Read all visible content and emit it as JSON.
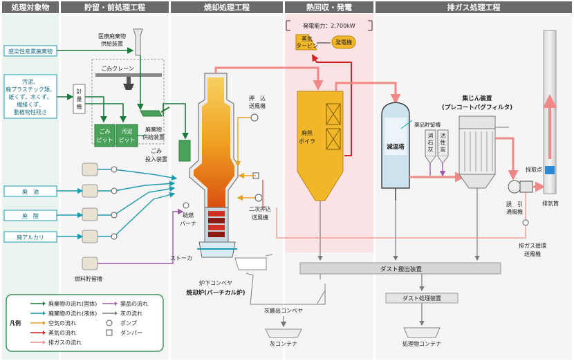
{
  "headers": {
    "targets": "処理対象物",
    "storage": "貯留・前処理工程",
    "incineration": "焼却処理工程",
    "heat_recovery": "熱回収・発電",
    "exhaust": "排ガス処理工程"
  },
  "inputs": {
    "infectious_waste": "感染性産業廃棄物",
    "sludge_lines": [
      "汚泥、",
      "廃プラスチック類、",
      "紙くず、木くず、",
      "繊維くず、",
      "動植物性残さ"
    ],
    "waste_oil": "廃　油",
    "waste_acid": "廃　酸",
    "waste_alkali": "廃アルカリ"
  },
  "storage": {
    "medical_feeder": [
      "医療廃棄物",
      "供給装置"
    ],
    "crane": "ごみクレーン",
    "scale": [
      "計",
      "量",
      "機"
    ],
    "pit1": [
      "ごみ",
      "ピット"
    ],
    "pit2": [
      "汚泥",
      "ピット"
    ],
    "waste_feeder": [
      "廃棄物",
      "供給装置"
    ],
    "garbage_input": [
      "ごみ",
      "投入装置"
    ],
    "fuel_tank": "燃料貯留槽"
  },
  "incineration": {
    "push_fan": [
      "押　込",
      "送風機"
    ],
    "secondary_fan": [
      "二次押込",
      "送風機"
    ],
    "burner": [
      "助燃",
      "バーナ"
    ],
    "stoker": "ストーカ",
    "under_conveyor": "炉下コンベヤ",
    "furnace": "焼却炉(バーチカル炉)",
    "ash_conveyor": "灰搬出コンベヤ",
    "ash_container": "灰コンテナ"
  },
  "heat": {
    "capacity": "発電能力：2,700kW",
    "turbine": [
      "蒸気",
      "タービン"
    ],
    "generator": "発電機",
    "boiler": [
      "廃熱",
      "ボイラ"
    ]
  },
  "exhaust": {
    "cooling_tower": "減温塔",
    "chem_tank": "薬品貯留槽",
    "lime": [
      "消",
      "石",
      "灰"
    ],
    "carbon": [
      "活",
      "性",
      "炭"
    ],
    "dust_collector": "集じん装置",
    "bag_filter": "(プレコートバグフィルタ)",
    "induced_fan": [
      "誘　引",
      "通風機"
    ],
    "sampling": "採取点",
    "stack": "排気筒",
    "recirc_fan": [
      "排ガス循環",
      "送風機"
    ],
    "dust_unit": "ダスト搬出装置",
    "dust_treatment": "ダスト処理装置",
    "product_container": "処理物コンテナ"
  },
  "legend": {
    "title": "凡例",
    "items_left": [
      {
        "label": "廃棄物の流れ(固体)",
        "color": "#1a7a3a"
      },
      {
        "label": "廃棄物の流れ(液体)",
        "color": "#1e9ab0"
      },
      {
        "label": "空気の流れ",
        "color": "#e8a020"
      },
      {
        "label": "蒸気の流れ",
        "color": "#d42020"
      },
      {
        "label": "排ガスの流れ",
        "color": "#f08888"
      }
    ],
    "items_right": [
      {
        "label": "薬品の流れ",
        "color": "#9a5aa8"
      },
      {
        "label": "灰の流れ",
        "color": "#7a7a7a"
      },
      {
        "label": "ポンプ",
        "color": "#555555"
      },
      {
        "label": "ダンパー",
        "color": "#555555"
      }
    ]
  },
  "colors": {
    "header_bg": "#6a6a6a",
    "solid_waste": "#1a7a3a",
    "liquid_waste": "#1e9ab0",
    "air": "#e8a020",
    "steam": "#d42020",
    "exhaust": "#f08888",
    "chemical": "#9a5aa8",
    "ash": "#7a7a7a",
    "boiler": "#f2b62a",
    "equipment": "#eeeeee"
  }
}
